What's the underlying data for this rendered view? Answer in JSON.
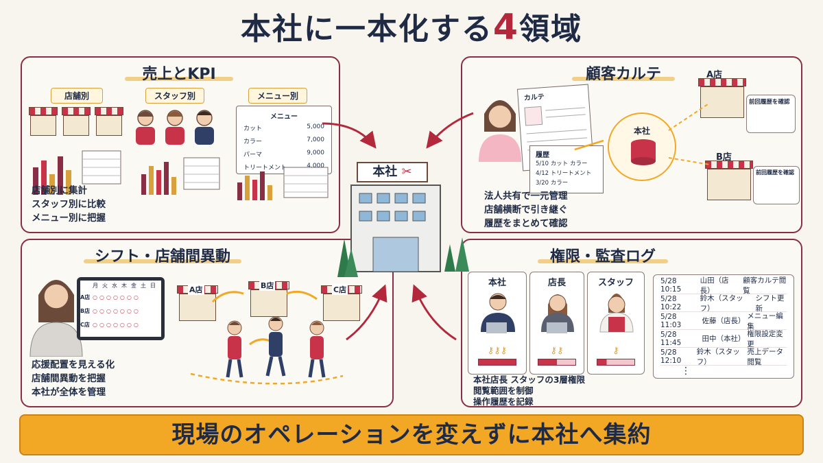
{
  "title": {
    "main": "本社に一本化する",
    "number": "4",
    "suffix": "領域"
  },
  "panels": {
    "sales_kpi": {
      "title": "売上とKPI",
      "tags": [
        "店舗別",
        "スタッフ別",
        "メニュー別"
      ],
      "menu_header": "メニュー",
      "menu_items": [
        {
          "name": "カット",
          "price": "5,000"
        },
        {
          "name": "カラー",
          "price": "7,000"
        },
        {
          "name": "パーマ",
          "price": "9,000"
        },
        {
          "name": "トリートメント",
          "price": "4,000"
        }
      ],
      "bullets": [
        "店舗別に集計",
        "スタッフ別に比較",
        "メニュー別に把握"
      ]
    },
    "customer_chart": {
      "title": "顧客カルテ",
      "karte_label": "カルテ",
      "history_label": "履歴",
      "history_rows": [
        "5/10 カット カラー",
        "4/12 トリートメント",
        "3/20 カラー"
      ],
      "hq_label": "本社",
      "store_a": "A店",
      "store_b": "B店",
      "check_label": "前回履歴を確認",
      "bullets": [
        "法人共有で一元管理",
        "店舗横断で引き継ぐ",
        "履歴をまとめて確認"
      ]
    },
    "center": {
      "hq_sign": "本社"
    },
    "shift": {
      "title": "シフト・店舗間異動",
      "days": [
        "月",
        "火",
        "水",
        "木",
        "金",
        "土",
        "日"
      ],
      "rows": [
        "A店",
        "B店",
        "C店"
      ],
      "stores": [
        "A店",
        "B店",
        "C店"
      ],
      "bullets": [
        "応援配置を見える化",
        "店舗間異動を把握",
        "本社が全体を管理"
      ]
    },
    "audit": {
      "title": "権限・監査ログ",
      "roles": [
        "本社",
        "店長",
        "スタッフ"
      ],
      "logs": [
        {
          "time": "5/28 10:15",
          "user": "山田（店長）",
          "action": "顧客カルテ閲覧"
        },
        {
          "time": "5/28 10:22",
          "user": "鈴木（スタッフ）",
          "action": "シフト更新"
        },
        {
          "time": "5/28 11:03",
          "user": "佐藤（店長）",
          "action": "メニュー編集"
        },
        {
          "time": "5/28 11:45",
          "user": "田中（本社）",
          "action": "権限設定変更"
        },
        {
          "time": "5/28 12:10",
          "user": "鈴木（スタッフ）",
          "action": "売上データ閲覧"
        }
      ],
      "more": "⋮",
      "bullets": [
        "本社店長 スタッフの3層権限",
        "閲覧範囲を制御",
        "操作履歴を記録"
      ]
    }
  },
  "banner": "現場のオペレーションを変えずに本社へ集約",
  "colors": {
    "accent": "#b4283c",
    "navy": "#1f2a44",
    "border": "#8a2e45",
    "banner": "#f2a825"
  }
}
